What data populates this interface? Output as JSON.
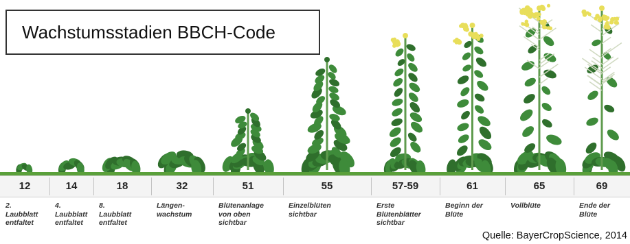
{
  "title": "Wachstumsstadien BBCH-Code",
  "stages": [
    {
      "code": "12",
      "desc": "2.\nLaubblatt\nentfaltet"
    },
    {
      "code": "14",
      "desc": "4.\nLaubblatt\nentfaltet"
    },
    {
      "code": "18",
      "desc": "8.\nLaubblatt\nentfaltet"
    },
    {
      "code": "32",
      "desc": "Längen-\nwachstum"
    },
    {
      "code": "51",
      "desc": "Blütenanlage\nvon oben\nsichtbar"
    },
    {
      "code": "55",
      "desc": "Einzelblüten\nsichtbar"
    },
    {
      "code": "57-59",
      "desc": "Erste\nBlütenblätter\nsichtbar"
    },
    {
      "code": "61",
      "desc": "Beginn der\nBlüte"
    },
    {
      "code": "65",
      "desc": "Vollblüte"
    },
    {
      "code": "69",
      "desc": "Ende der\nBlüte"
    }
  ],
  "source": "Quelle: BayerCropScience, 2014",
  "colors": {
    "leaf": "#3e8b3a",
    "leaf_dark": "#2f6f2c",
    "stem": "#5f9b4e",
    "flower": "#e8de5a",
    "ground": "#5aa03a"
  }
}
